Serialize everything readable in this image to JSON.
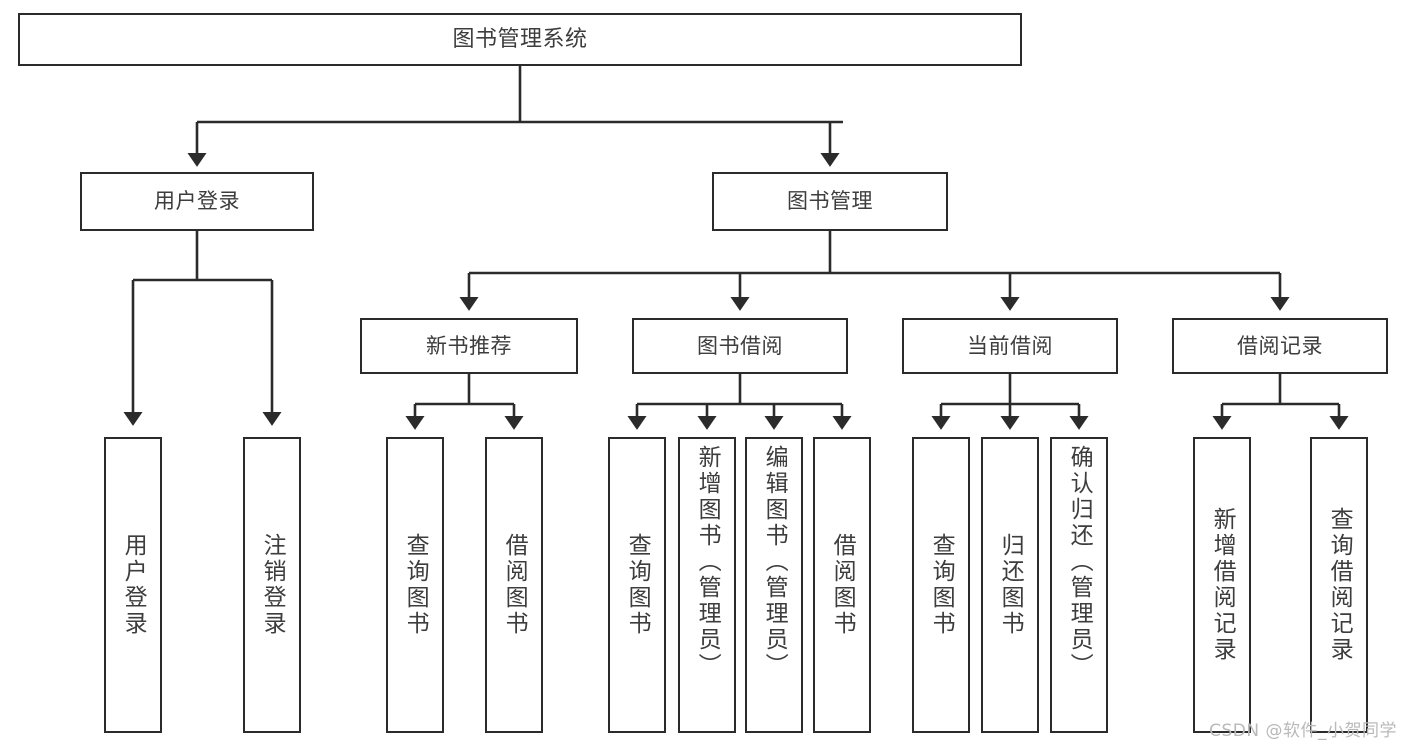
{
  "diagram": {
    "title": "图书管理系统",
    "type": "tree-flowchart",
    "colors": {
      "box_border": "#2b2b2b",
      "box_fill": "#ffffff",
      "text": "#3d3d3d",
      "edge": "#2b2b2b",
      "watermark": "#b9b9b9",
      "background": "#ffffff"
    },
    "nodes": {
      "root": {
        "label": "图书管理系统",
        "orientation": "horizontal"
      },
      "level2": [
        {
          "label": "用户登录",
          "orientation": "horizontal"
        },
        {
          "label": "图书管理",
          "orientation": "horizontal"
        }
      ],
      "level3": [
        {
          "label": "新书推荐",
          "orientation": "horizontal"
        },
        {
          "label": "图书借阅",
          "orientation": "horizontal"
        },
        {
          "label": "当前借阅",
          "orientation": "horizontal"
        },
        {
          "label": "借阅记录",
          "orientation": "horizontal"
        }
      ],
      "leaves_user_login": [
        {
          "label": "用户登录",
          "orientation": "vertical"
        },
        {
          "label": "注销登录",
          "orientation": "vertical"
        }
      ],
      "leaves_new_book": [
        {
          "label": "查询图书",
          "orientation": "vertical"
        },
        {
          "label": "借阅图书",
          "orientation": "vertical"
        }
      ],
      "leaves_borrow": [
        {
          "label": "查询图书",
          "orientation": "vertical"
        },
        {
          "label": "新增图书（管理员）",
          "orientation": "vertical"
        },
        {
          "label": "编辑图书（管理员）",
          "orientation": "vertical"
        },
        {
          "label": "借阅图书",
          "orientation": "vertical"
        }
      ],
      "leaves_current": [
        {
          "label": "查询图书",
          "orientation": "vertical"
        },
        {
          "label": "归还图书",
          "orientation": "vertical"
        },
        {
          "label": "确认归还（管理员）",
          "orientation": "vertical"
        }
      ],
      "leaves_records": [
        {
          "label": "新增借阅记录",
          "orientation": "vertical"
        },
        {
          "label": "查询借阅记录",
          "orientation": "vertical"
        }
      ]
    },
    "watermark": "CSDN @软件_小贺同学"
  }
}
